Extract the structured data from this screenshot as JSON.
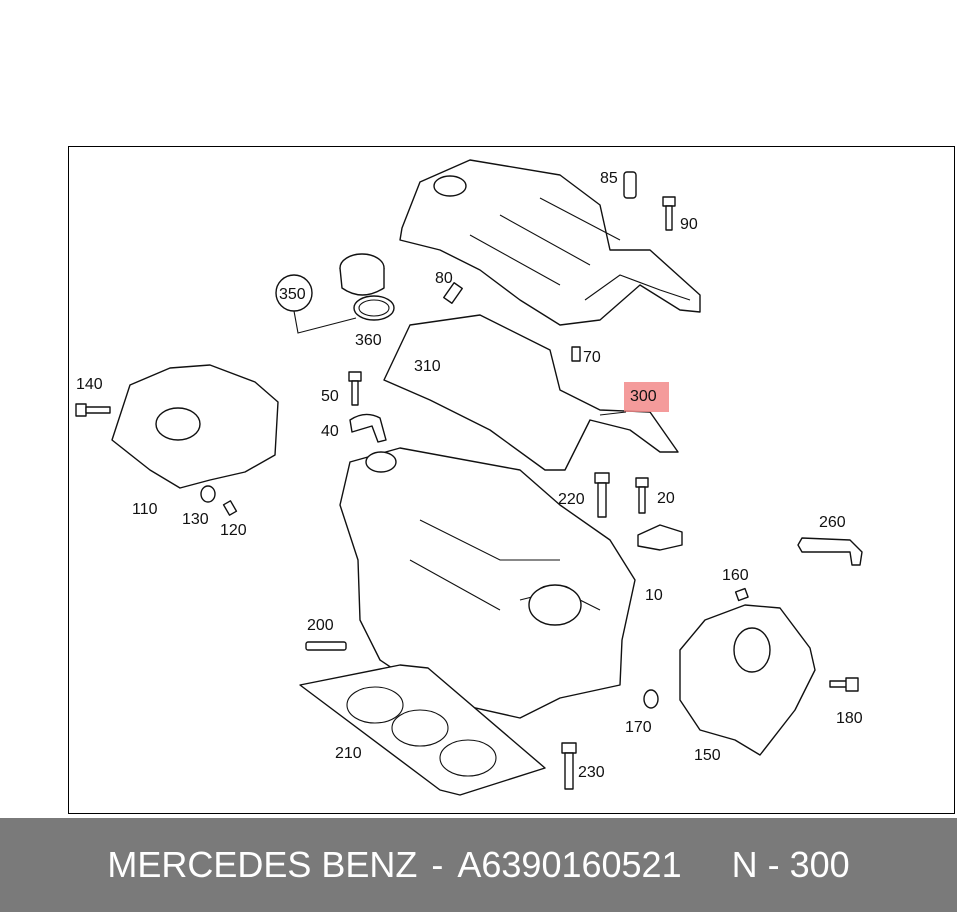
{
  "diagram": {
    "highlight_color": "#f28a8a",
    "highlighted_label": "300",
    "callouts": [
      {
        "id": "85",
        "text": "85"
      },
      {
        "id": "90",
        "text": "90"
      },
      {
        "id": "80",
        "text": "80"
      },
      {
        "id": "350",
        "text": "350"
      },
      {
        "id": "360",
        "text": "360"
      },
      {
        "id": "310",
        "text": "310"
      },
      {
        "id": "70",
        "text": "70"
      },
      {
        "id": "300",
        "text": "300"
      },
      {
        "id": "140",
        "text": "140"
      },
      {
        "id": "50",
        "text": "50"
      },
      {
        "id": "40",
        "text": "40"
      },
      {
        "id": "220",
        "text": "220"
      },
      {
        "id": "20",
        "text": "20"
      },
      {
        "id": "110",
        "text": "110"
      },
      {
        "id": "130",
        "text": "130"
      },
      {
        "id": "120",
        "text": "120"
      },
      {
        "id": "260",
        "text": "260"
      },
      {
        "id": "10",
        "text": "10"
      },
      {
        "id": "160",
        "text": "160"
      },
      {
        "id": "200",
        "text": "200"
      },
      {
        "id": "180",
        "text": "180"
      },
      {
        "id": "170",
        "text": "170"
      },
      {
        "id": "150",
        "text": "150"
      },
      {
        "id": "210",
        "text": "210"
      },
      {
        "id": "230",
        "text": "230"
      }
    ]
  },
  "footer": {
    "brand": "MERCEDES BENZ",
    "dash": "-",
    "part_number": "A6390160521",
    "position": "N - 300"
  }
}
